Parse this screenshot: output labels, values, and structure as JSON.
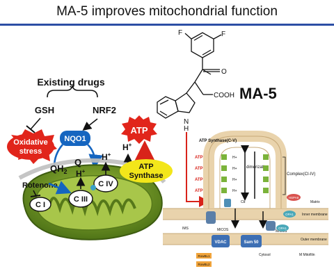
{
  "title": "MA-5 improves mitochondrial function",
  "left_panel": {
    "existing_drugs": "Existing drugs",
    "gsh": "GSH",
    "nrf2": "NRF2",
    "nqo1": "NQO1",
    "oxidative_stress_line1": "Oxidative",
    "oxidative_stress_line2": "stress",
    "atp": "ATP",
    "qh2": "QH",
    "qh2_sub": "2",
    "q": "Q",
    "h_plus_1": "H",
    "h_plus_2": "H",
    "h_plus_3": "H",
    "plus": "+",
    "rotenone": "Rotenone",
    "ci": "C I",
    "ciii": "C III",
    "civ": "C IV",
    "atp_synthase_line1": "ATP",
    "atp_synthase_line2": "Synthase"
  },
  "right_panel": {
    "compound_name": "MA-5",
    "atom_f1": "F",
    "atom_f2": "F",
    "atom_o": "O",
    "cooh": "COOH",
    "nh": "N",
    "nh_h": "H",
    "atp_synthase_label": "ATP Synthase(C-V)",
    "dimerization_label": "dimerization",
    "complex_label": "Complex(CI-IV)",
    "atp_rows": [
      "ATP",
      "ATP",
      "ATP",
      "ATP"
    ],
    "hplus_rows": [
      "H+",
      "H+",
      "H+",
      "H+"
    ],
    "cb_label": "Cb",
    "micos_1": "MICOS",
    "micos_2": "MICOS",
    "hspa9": "HSPA9",
    "opa1_1": "OPA1",
    "opa1_2": "OPA1",
    "matrix": "Matrix",
    "inner_membrane": "Inner membrane",
    "ims": "IMS",
    "outer_membrane": "Outer membrane",
    "vdac": "VDAC",
    "sam50": "Sam 50",
    "cytosol": "Cytosol",
    "mitofilin": "M Mitofilin",
    "rowel1": "RowBL1",
    "rowel2": "RowBL2"
  },
  "colors": {
    "title_rule": "#2c4ea5",
    "oxidative_red": "#e1251b",
    "nqo1_blue": "#1565c0",
    "synthase_yellow": "#f3e61a",
    "mito_green": "#6a8f1f",
    "membrane_tan": "#e9d3ac",
    "vdac_blue": "#3d6fb4",
    "orange_box": "#f0a33a"
  }
}
